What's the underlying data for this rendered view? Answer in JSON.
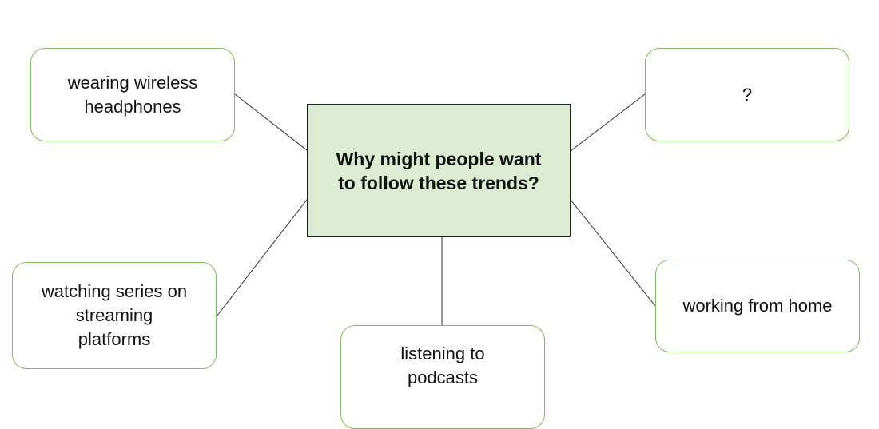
{
  "center": {
    "text": "Why might people want\nto follow these trends?"
  },
  "nodes": {
    "top_left": "wearing wireless\nheadphones",
    "top_right": "?",
    "bottom_left": "watching series on\nstreaming\nplatforms",
    "bottom_right": "working from home",
    "bottom": "listening to\npodcasts"
  },
  "colors": {
    "center_fill": "#dcecd3",
    "node_border": "#7cbb5f",
    "connector": "#333333"
  }
}
